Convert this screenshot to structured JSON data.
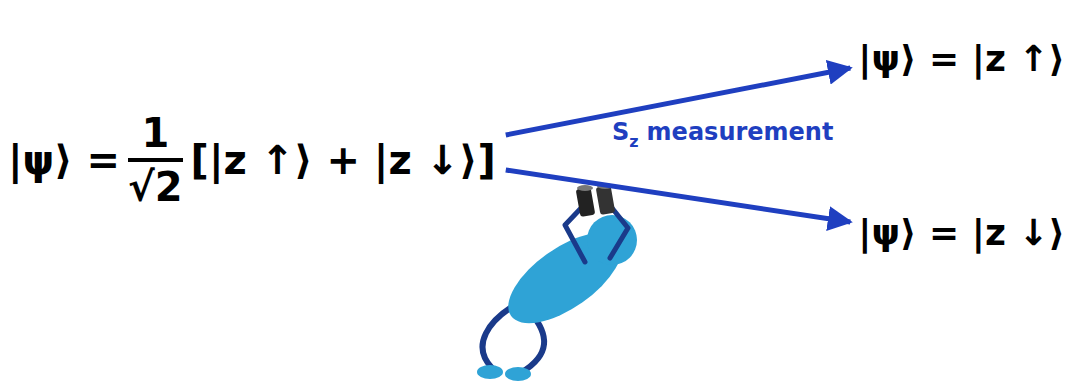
{
  "diagram": {
    "nodes": [
      {
        "text": [
          "|ψ⟩ =",
          "1",
          "√2",
          "[|z ↑⟩ + |z ↓⟩]"
        ]
      },
      {
        "text": [
          "|ψ⟩ = |z ↑⟩"
        ]
      },
      {
        "text": [
          "|ψ⟩ = |z ↓⟩"
        ]
      }
    ],
    "edges": [
      {
        "from": 0,
        "to": 1,
        "arrow": "to"
      },
      {
        "from": 0,
        "to": 2,
        "arrow": "to"
      }
    ],
    "labels": [
      "S",
      "z",
      "measurement"
    ]
  }
}
